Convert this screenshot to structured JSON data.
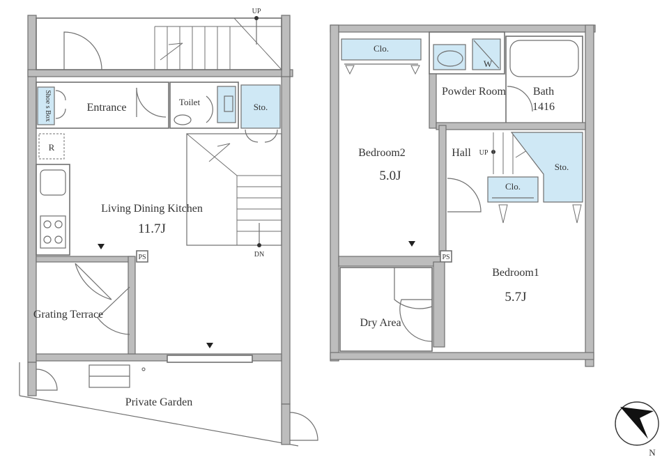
{
  "rooms": {
    "ldk": {
      "name": "Living Dining Kitchen",
      "size": "11.7J"
    },
    "entrance": "Entrance",
    "shoes_box": "Shoe s Box",
    "toilet": "Toilet",
    "sto_1f": "Sto.",
    "refrigerator": "R",
    "grating_terrace": "Grating Terrace",
    "private_garden": "Private Garden",
    "up": "UP",
    "dn": "DN",
    "ps_1f": "PS",
    "bedroom2": {
      "name": "Bedroom2",
      "size": "5.0J"
    },
    "bedroom1": {
      "name": "Bedroom1",
      "size": "5.7J"
    },
    "clo_top": "Clo.",
    "clo_hall": "Clo.",
    "washer": "W",
    "powder_room": "Powder Room",
    "bath": {
      "name": "Bath",
      "size": "1416"
    },
    "hall": "Hall",
    "hall_up": "UP",
    "sto_2f": "Sto.",
    "dry_area": "Dry Area",
    "ps_2f": "PS"
  },
  "compass": {
    "label": "N"
  },
  "colors": {
    "wall": "#6f6f6f",
    "storage_fill": "#cfe8f5",
    "text": "#333333"
  }
}
